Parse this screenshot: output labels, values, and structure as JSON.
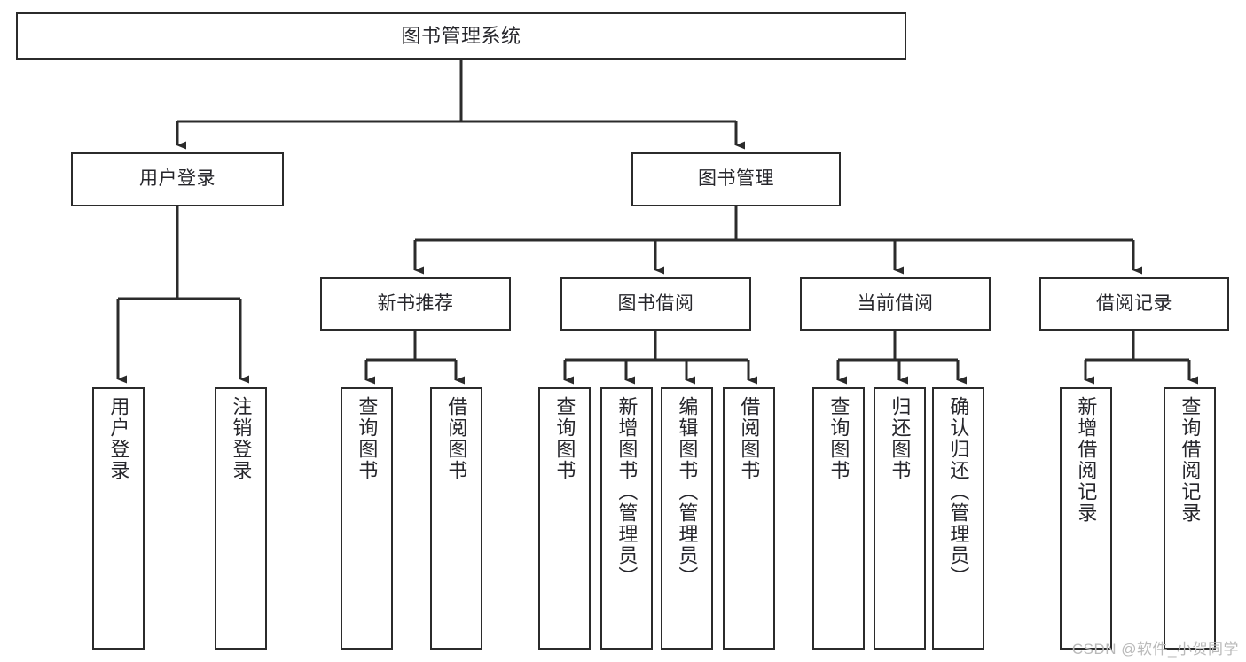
{
  "diagram": {
    "title": "图书管理系统",
    "type": "hierarchy-tree",
    "orientation": "top-down",
    "levels": 4,
    "line_color": "#2b2b2b",
    "box_fill": "#ffffff",
    "text_color": "#26262b"
  },
  "nodes": {
    "root": {
      "label": "图书管理系统",
      "level": 1
    },
    "user_login": {
      "label": "用户登录",
      "level": 2
    },
    "book_manage": {
      "label": "图书管理",
      "level": 2
    },
    "new_book_rec": {
      "label": "新书推荐",
      "level": 3
    },
    "book_borrow": {
      "label": "图书借阅",
      "level": 3
    },
    "current_borrow": {
      "label": "当前借阅",
      "level": 3
    },
    "borrow_record": {
      "label": "借阅记录",
      "level": 3
    },
    "leaf_user_login": {
      "label": "用户登录",
      "level": 3
    },
    "leaf_logout": {
      "label": "注销登录",
      "level": 3
    },
    "leaf_query_book_1": {
      "label": "查询图书",
      "level": 4
    },
    "leaf_borrow_book_1": {
      "label": "借阅图书",
      "level": 4
    },
    "leaf_query_book_2": {
      "label": "查询图书",
      "level": 4
    },
    "leaf_add_book": {
      "label": "新增图书（管理员）",
      "level": 4
    },
    "leaf_edit_book": {
      "label": "编辑图书（管理员）",
      "level": 4
    },
    "leaf_borrow_book_2": {
      "label": "借阅图书",
      "level": 4
    },
    "leaf_query_book_3": {
      "label": "查询图书",
      "level": 4
    },
    "leaf_return_book": {
      "label": "归还图书",
      "level": 4
    },
    "leaf_confirm_return": {
      "label": "确认归还（管理员）",
      "level": 4
    },
    "leaf_add_record": {
      "label": "新增借阅记录",
      "level": 4
    },
    "leaf_query_record": {
      "label": "查询借阅记录",
      "level": 4
    }
  },
  "edges": [
    {
      "from": "root",
      "to": "user_login"
    },
    {
      "from": "root",
      "to": "book_manage"
    },
    {
      "from": "user_login",
      "to": "leaf_user_login"
    },
    {
      "from": "user_login",
      "to": "leaf_logout"
    },
    {
      "from": "book_manage",
      "to": "new_book_rec"
    },
    {
      "from": "book_manage",
      "to": "book_borrow"
    },
    {
      "from": "book_manage",
      "to": "current_borrow"
    },
    {
      "from": "book_manage",
      "to": "borrow_record"
    },
    {
      "from": "new_book_rec",
      "to": "leaf_query_book_1"
    },
    {
      "from": "new_book_rec",
      "to": "leaf_borrow_book_1"
    },
    {
      "from": "book_borrow",
      "to": "leaf_query_book_2"
    },
    {
      "from": "book_borrow",
      "to": "leaf_add_book"
    },
    {
      "from": "book_borrow",
      "to": "leaf_edit_book"
    },
    {
      "from": "book_borrow",
      "to": "leaf_borrow_book_2"
    },
    {
      "from": "current_borrow",
      "to": "leaf_query_book_3"
    },
    {
      "from": "current_borrow",
      "to": "leaf_return_book"
    },
    {
      "from": "current_borrow",
      "to": "leaf_confirm_return"
    },
    {
      "from": "borrow_record",
      "to": "leaf_add_record"
    },
    {
      "from": "borrow_record",
      "to": "leaf_query_record"
    }
  ],
  "watermark": {
    "text": "CSDN @软件_小贺同学"
  }
}
